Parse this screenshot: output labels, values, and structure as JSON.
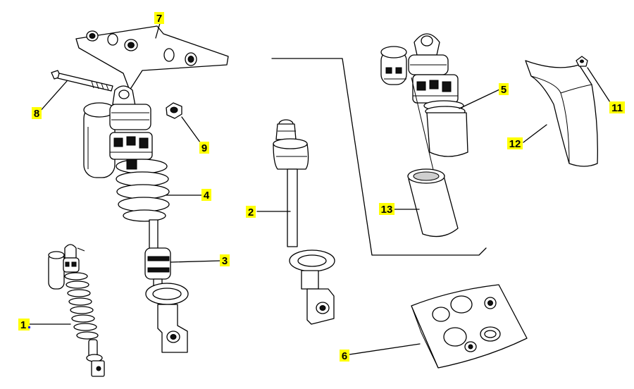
{
  "diagram": {
    "highlight_color": "#ffff00",
    "line_color": "#000000",
    "callouts": {
      "c1": "1",
      "c2": "2",
      "c3": "3",
      "c4": "4",
      "c5": "5",
      "c6": "6",
      "c7": "7",
      "c8": "8",
      "c9": "9",
      "c11": "11",
      "c12": "12",
      "c13": "13"
    }
  }
}
